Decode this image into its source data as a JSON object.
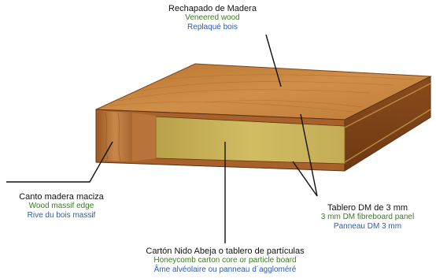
{
  "labels": {
    "veneer": {
      "es": "Rechapado de Madera",
      "en": "Veneered wood",
      "fr": "Replaqué bois"
    },
    "edge": {
      "es": "Canto madera maciza",
      "en": "Wood massif edge",
      "fr": "Rive du bois massif"
    },
    "board": {
      "es": "Tablero DM de 3 mm",
      "en": "3 mm DM fibreboard panel",
      "fr": "Panneau DM 3 mm"
    },
    "core": {
      "es": "Cartón Nido Abeja o tablero de partículas",
      "en": "Honeycomb carton core or particle board",
      "fr": "Âme alvéolaire  ou panneau d´aggloméré"
    }
  },
  "colors": {
    "veneer_top": "#c8863e",
    "edge_wood": "#b06a32",
    "mdf_layer": "#a8612a",
    "core": "#c9b35a",
    "outline": "#5a3212",
    "leader_line": "#111111"
  }
}
